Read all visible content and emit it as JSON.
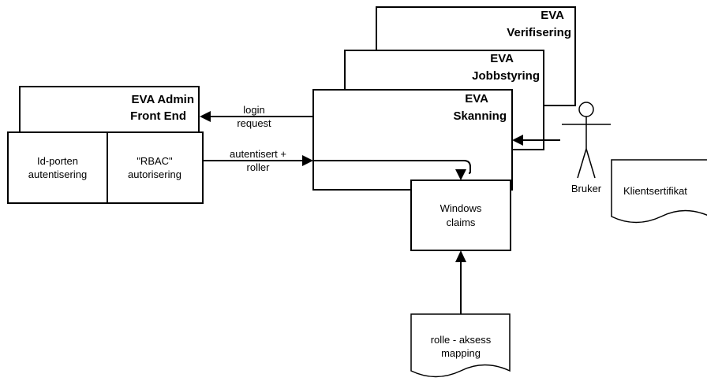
{
  "nodes": {
    "verifisering": {
      "line1": "EVA",
      "line2": "Verifisering"
    },
    "jobbstyring": {
      "line1": "EVA",
      "line2": "Jobbstyring"
    },
    "skanning": {
      "line1": "EVA",
      "line2": "Skanning"
    },
    "admin": {
      "line1": "EVA Admin",
      "line2": "Front End"
    },
    "idporten": {
      "line1": "Id-porten",
      "line2": "autentisering"
    },
    "rbac": {
      "line1": "\"RBAC\"",
      "line2": "autorisering"
    },
    "windows_claims": {
      "line1": "Windows",
      "line2": "claims"
    },
    "rolle_mapping": {
      "line1": "rolle - aksess",
      "line2": "mapping"
    },
    "klientsertifikat": {
      "label": "Klientsertifikat"
    },
    "bruker": {
      "label": "Bruker"
    }
  },
  "edges": {
    "login_request": {
      "line1": "login",
      "line2": "request"
    },
    "autentisert": {
      "line1": "autentisert +",
      "line2": "roller"
    }
  },
  "colors": {
    "stroke": "#000000",
    "fill": "#ffffff"
  }
}
